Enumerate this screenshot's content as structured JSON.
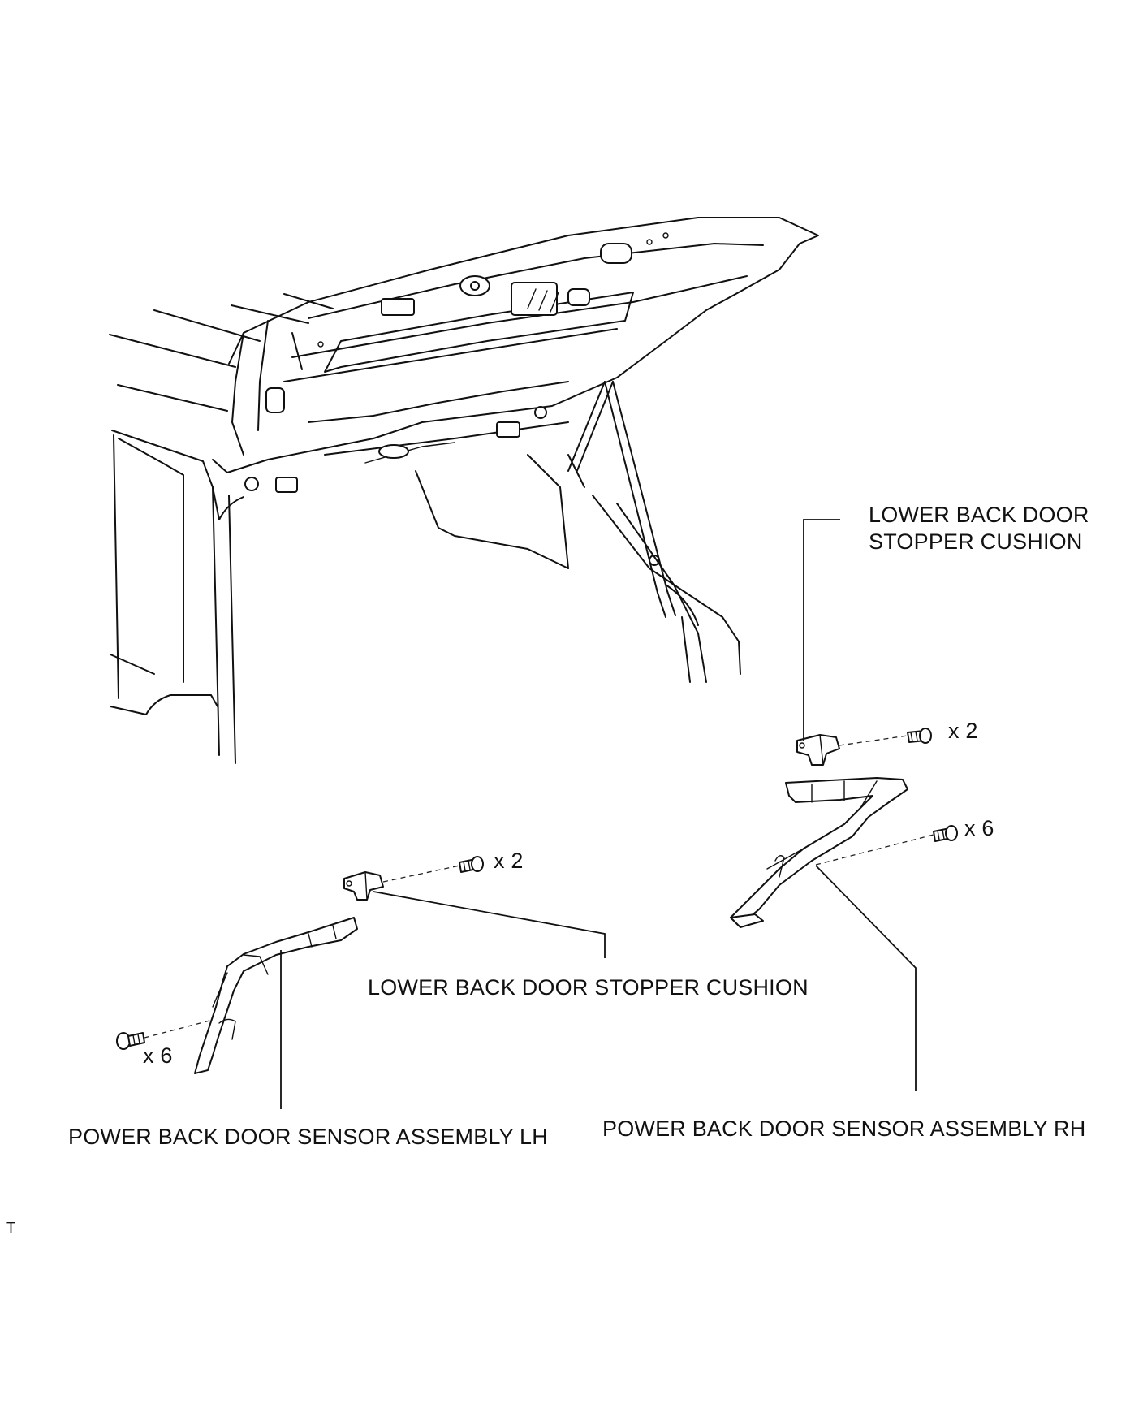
{
  "labels": {
    "upper_cushion_line1": "LOWER BACK DOOR",
    "upper_cushion_line2": "STOPPER CUSHION",
    "lower_cushion": "LOWER BACK DOOR STOPPER CUSHION",
    "sensor_lh": "POWER BACK DOOR SENSOR ASSEMBLY LH",
    "sensor_rh": "POWER BACK DOOR SENSOR ASSEMBLY RH"
  },
  "quantities": {
    "rh_cushion_screws": "x 2",
    "lh_cushion_screws": "x 2",
    "rh_sensor_screws": "x 6",
    "lh_sensor_screws": "x 6"
  },
  "corner_mark": "T"
}
